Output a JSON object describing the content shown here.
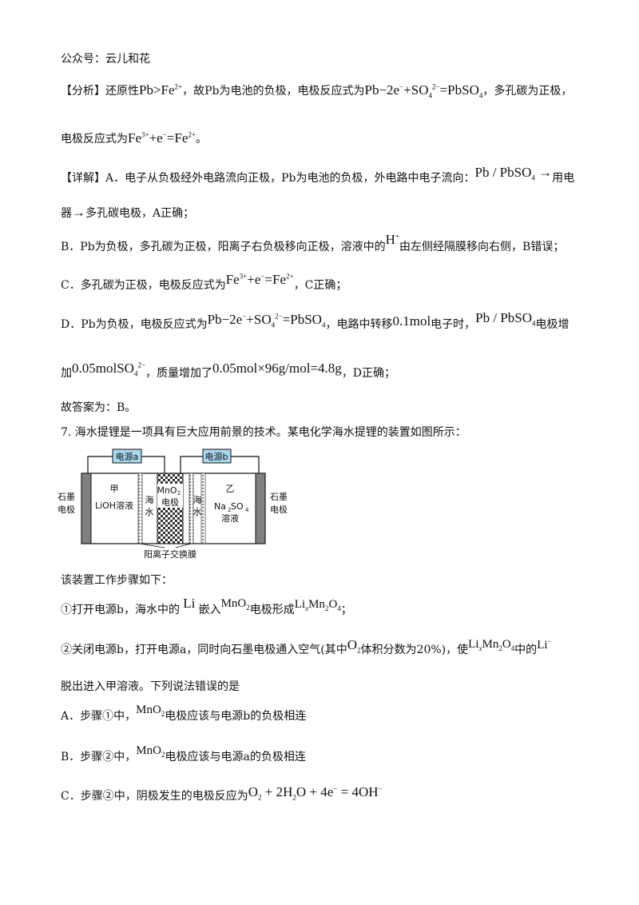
{
  "header": {
    "account": "公众号：云儿和花"
  },
  "analysis": {
    "tag": "【分析】",
    "l1": [
      "还原性",
      "，故Pb为电池的负极，电极反应式为",
      "，多孔碳为正极，"
    ],
    "l2": [
      "电极反应式为",
      "。"
    ]
  },
  "detail": {
    "tag": "【详解】",
    "a1": [
      "A．电子从负极经外电路流向正极，Pb为电池的负极，外电路中电子流向：",
      "用电"
    ],
    "a2": [
      "器",
      "多孔碳电极，A正确；"
    ],
    "b": [
      "B．Pb为负极，多孔碳为正极，阳离子右负极移向正极，溶液中的",
      "由左侧经隔膜移向右侧，B错误；"
    ],
    "c": [
      "C．多孔碳为正极，电极反应式为",
      "，C正确；"
    ],
    "d1": [
      "D．Pb为负极，电极反应式为",
      "，电路中转移",
      "电子时，",
      "电极增"
    ],
    "d2": [
      "加",
      "，质量增加了",
      "，D正确；"
    ]
  },
  "answer": "故答案为：B。",
  "question": {
    "stem": "7. 海水提锂是一项具有巨大应用前景的技术。某电化学海水提锂的装置如图所示：",
    "steps_intro": "该装置工作步骤如下：",
    "step1": [
      "①打开电源b，海水中的",
      "嵌入",
      "电极形成",
      "；"
    ],
    "step2a": [
      "②关闭电源b，打开电源a，同时向石墨电极通入空气(其中",
      "体积分数为20%)，使",
      "中的"
    ],
    "step2b": "脱出进入甲溶液。下列说法错误的是",
    "optA": [
      "A．步骤①中，",
      "电极应该与电源b的负极相连"
    ],
    "optB": [
      "B．步骤②中，",
      "电极应该与电源a的负极相连"
    ],
    "optC": [
      "C．步骤②中，阴极发生的电极反应为"
    ]
  },
  "diagram": {
    "power_a": "电源a",
    "power_b": "电源b",
    "left_electrode": [
      "石墨",
      "电极"
    ],
    "right_electrode": [
      "石墨",
      "电极"
    ],
    "jia": "甲",
    "lioh": "LiOH溶液",
    "sea_left": [
      "海",
      "水"
    ],
    "mno2_top": "MnO",
    "mno2_sub": "2",
    "mno2_bottom": "电极",
    "sea_right": [
      "海",
      "水"
    ],
    "yi": "乙",
    "na2so4": "Na",
    "na2so4_mid": "SO",
    "na2so4_end": "溶液",
    "membrane": "阳离子交换膜"
  }
}
